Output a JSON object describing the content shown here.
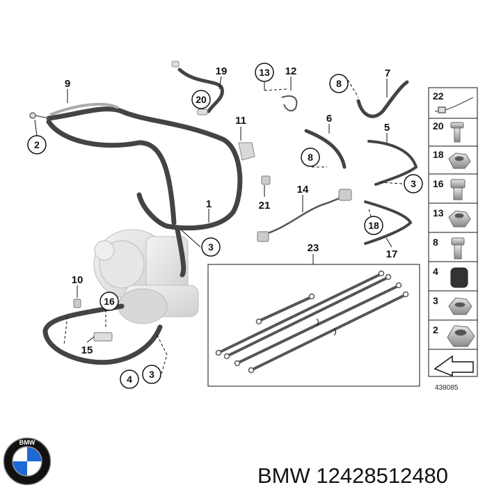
{
  "callouts": {
    "c1": "1",
    "c2": "2",
    "c3a": "3",
    "c3b": "3",
    "c3c": "3",
    "c4": "4",
    "c5": "5",
    "c6": "6",
    "c7": "7",
    "c8a": "8",
    "c8b": "8",
    "c9": "9",
    "c10": "10",
    "c11": "11",
    "c12": "12",
    "c13": "13",
    "c14": "14",
    "c15": "15",
    "c16": "16",
    "c17": "17",
    "c18": "18",
    "c19": "19",
    "c20": "20",
    "c21": "21",
    "c23": "23"
  },
  "parts_column": [
    "22",
    "20",
    "18",
    "16",
    "13",
    "8",
    "4",
    "3",
    "2"
  ],
  "reference_number": "438085",
  "caption": {
    "brand": "BMW",
    "part_number": "12428512480"
  },
  "logo": {
    "text": "BMW",
    "colors": {
      "blue": "#1c69d4",
      "black": "#111111",
      "white": "#ffffff"
    }
  }
}
